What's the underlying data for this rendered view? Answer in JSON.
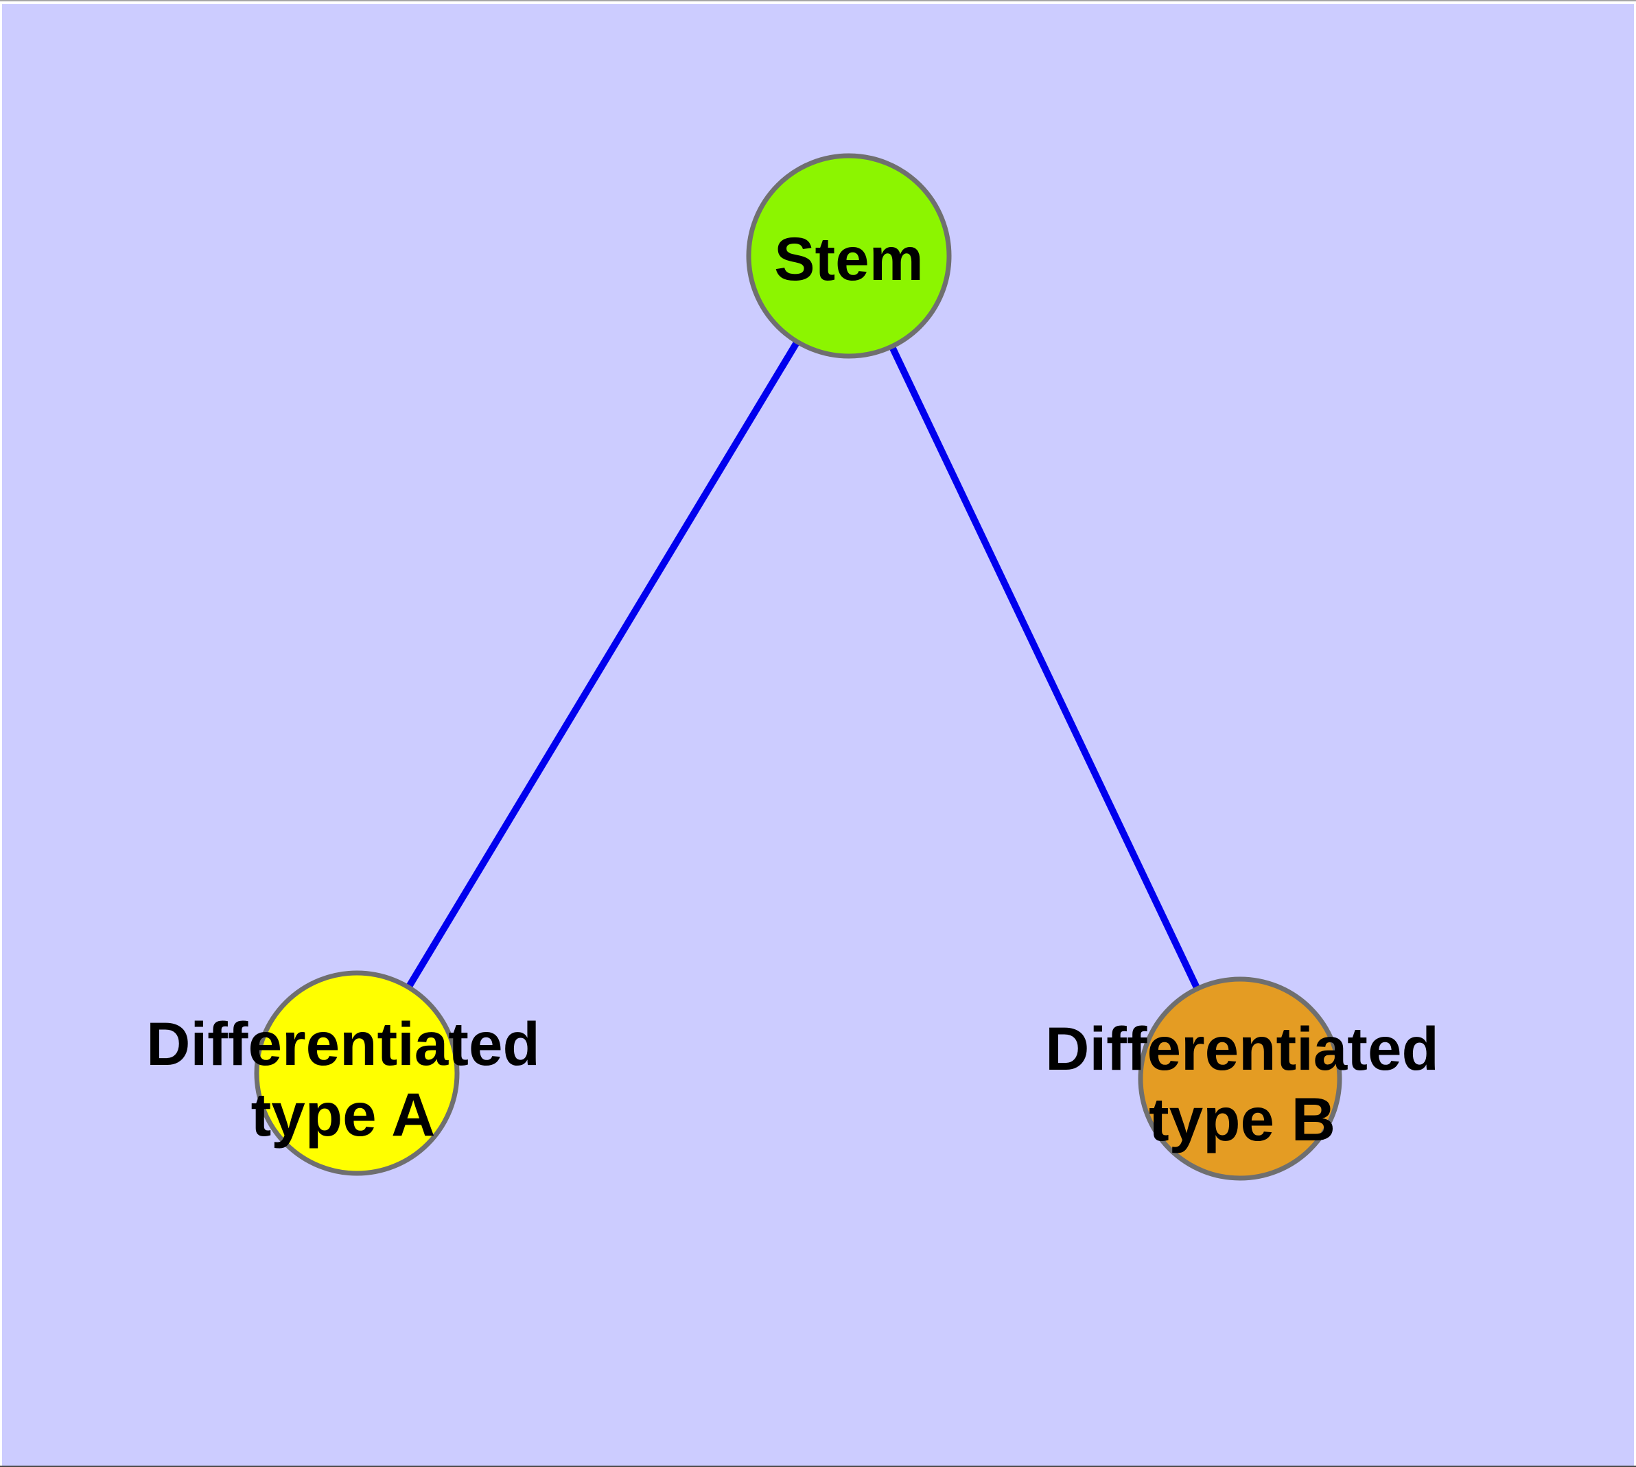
{
  "diagram": {
    "type": "node-link-graph",
    "colors": {
      "page_background": "#FFFFFF",
      "plot_background": "#CCCCFF",
      "edge": "#0000EE",
      "node_border": "#6F6F6F",
      "label": "#000000",
      "top_edge_line": "#A6A6A6",
      "bottom_edge_line": "#4A4A4A"
    },
    "nodes": [
      {
        "id": "stem",
        "label": "Stem",
        "label_lines": [
          "Stem"
        ],
        "color": "#8CF500"
      },
      {
        "id": "differentiated-type-a",
        "label": "Differentiated type A",
        "label_lines": [
          "Differentiated",
          "type A"
        ],
        "color": "#FFFF00"
      },
      {
        "id": "differentiated-type-b",
        "label": "Differentiated type B",
        "label_lines": [
          "Differentiated",
          "type B"
        ],
        "color": "#E49C23"
      }
    ],
    "edges": [
      {
        "from": "Stem",
        "to": "Differentiated type A"
      },
      {
        "from": "Stem",
        "to": "Differentiated type B"
      }
    ]
  }
}
